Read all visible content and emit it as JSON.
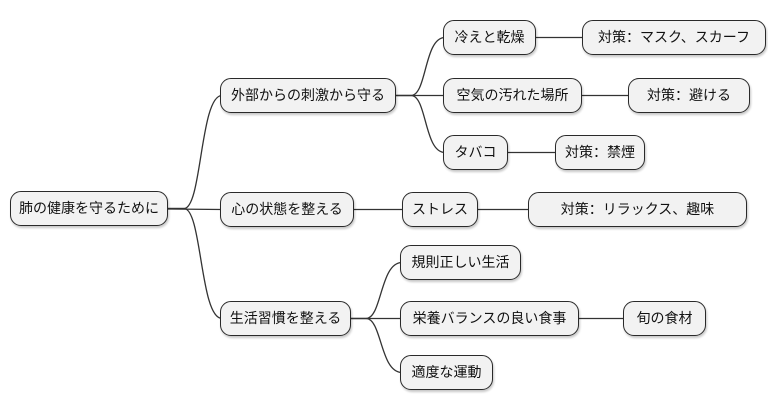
{
  "diagram": {
    "type": "mindmap",
    "background": "#ffffff",
    "node_fill": "#f2f2f2",
    "node_border": "#2a2a2a",
    "connector_color": "#333333",
    "root": {
      "label": "肺の健康を守るために"
    },
    "branches": [
      {
        "label": "外部からの刺激から守る",
        "children": [
          {
            "label": "冷えと乾燥",
            "children": [
              {
                "label": "対策：マスク、スカーフ"
              }
            ]
          },
          {
            "label": "空気の汚れた場所",
            "children": [
              {
                "label": "対策：避ける"
              }
            ]
          },
          {
            "label": "タバコ",
            "children": [
              {
                "label": "対策：禁煙"
              }
            ]
          }
        ]
      },
      {
        "label": "心の状態を整える",
        "children": [
          {
            "label": "ストレス",
            "children": [
              {
                "label": "対策：リラックス、趣味"
              }
            ]
          }
        ]
      },
      {
        "label": "生活習慣を整える",
        "children": [
          {
            "label": "規則正しい生活",
            "children": []
          },
          {
            "label": "栄養バランスの良い食事",
            "children": [
              {
                "label": "旬の食材"
              }
            ]
          },
          {
            "label": "適度な運動",
            "children": []
          }
        ]
      }
    ]
  }
}
